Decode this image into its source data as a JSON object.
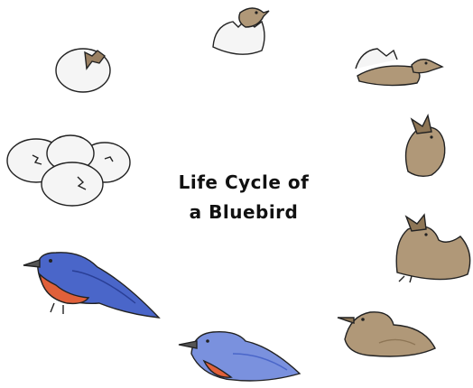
{
  "title": {
    "line1": "Life Cycle of",
    "line2": "a Bluebird"
  },
  "stages": [
    {
      "name": "eggs"
    },
    {
      "name": "egg-cracking"
    },
    {
      "name": "chick-hatching"
    },
    {
      "name": "hatchling-emerging"
    },
    {
      "name": "nestling-begging"
    },
    {
      "name": "nestling-feathering"
    },
    {
      "name": "fledgling"
    },
    {
      "name": "juvenile-bluebird"
    },
    {
      "name": "adult-bluebird"
    }
  ],
  "colors": {
    "egg": "#f5f5f5",
    "chick": "#b09878",
    "chick_shade": "#8e7656",
    "blue": "#4a66c9",
    "blue_light": "#7a91de",
    "breast": "#e0603a",
    "outline": "#222222"
  }
}
